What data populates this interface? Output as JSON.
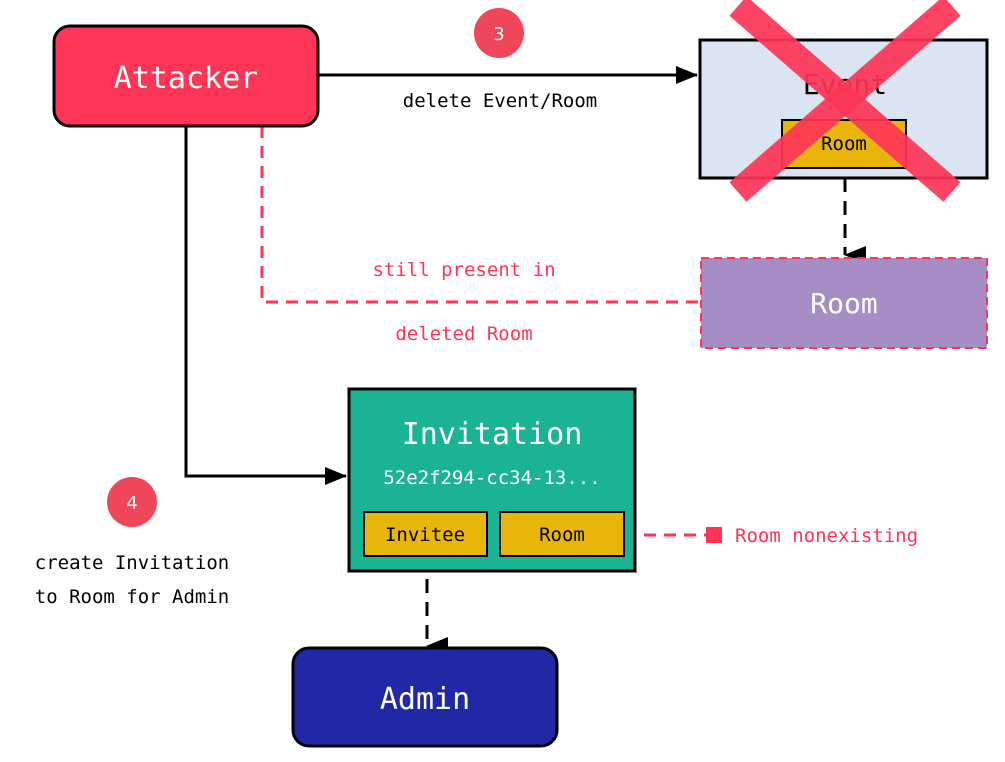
{
  "nodes": {
    "attacker": {
      "label": "Attacker",
      "fill": "#fe3557"
    },
    "event": {
      "label": "Event",
      "fill": "#dbe5f1"
    },
    "event_room": {
      "label": "Room",
      "fill": "#e8b60b"
    },
    "deleted_room": {
      "label": "Room",
      "fill": "#a68ec5",
      "border": "#fe3557"
    },
    "invitation": {
      "label": "Invitation",
      "id": "52e2f294-cc34-13...",
      "fill": "#1ab394"
    },
    "invitee": {
      "label": "Invitee",
      "fill": "#e8b60b"
    },
    "invitation_room": {
      "label": "Room",
      "fill": "#e8b60b"
    },
    "admin": {
      "label": "Admin",
      "fill": "#2128a6"
    }
  },
  "steps": {
    "step3": {
      "number": "3",
      "label": "delete Event/Room"
    },
    "step4": {
      "number": "4",
      "label_line1": "create Invitation",
      "label_line2": "to Room for Admin"
    }
  },
  "annotations": {
    "still_present_line1": "still present in",
    "still_present_line2": "deleted Room",
    "room_nonexisting": "Room nonexisting"
  },
  "colors": {
    "accent": "#fe3557",
    "badge": "#f0465a",
    "edge": "#000000"
  }
}
